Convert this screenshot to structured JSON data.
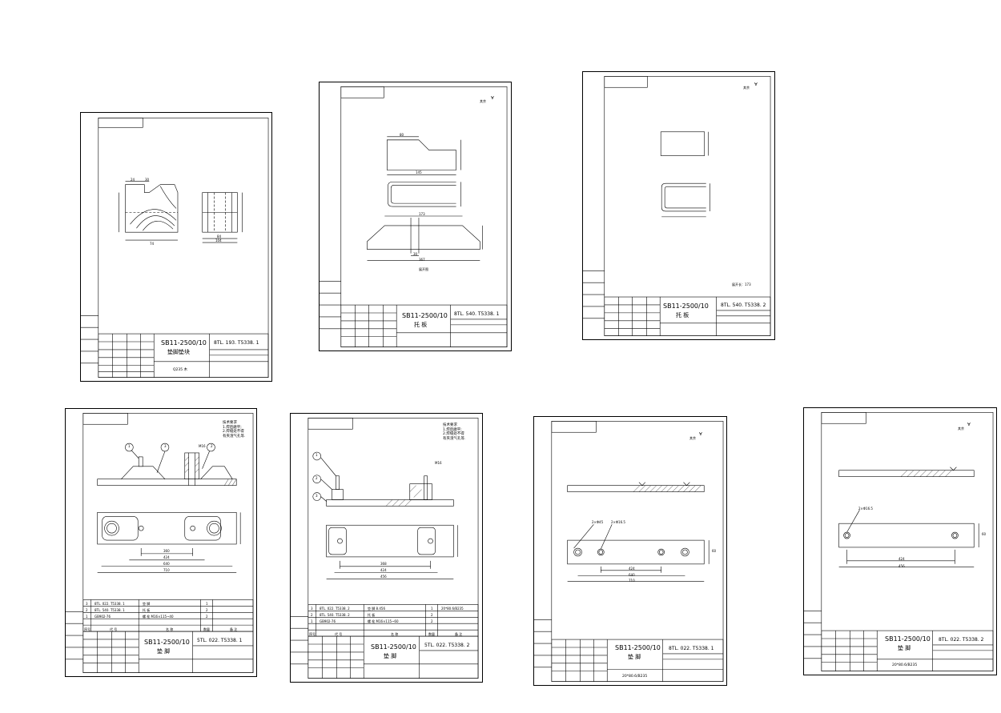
{
  "sheets": [
    {
      "id": "s1",
      "title": "SB11-2500/10",
      "name": "垫脚垫块",
      "code": "8TL. 193. T5338. 1",
      "material": "Q235 木",
      "dims": [
        "24",
        "30",
        "74",
        "84",
        "104"
      ]
    },
    {
      "id": "s2",
      "title": "SB11-2500/10",
      "name": "托 板",
      "code": "8TL. 540. T5338. 1",
      "roughness": "其余",
      "dims": [
        "80",
        "145",
        "173",
        "367",
        "30"
      ],
      "view_label": "展开图"
    },
    {
      "id": "s3",
      "title": "SB11-2500/10",
      "name": "托 板",
      "code": "8TL. 540. T5338. 2",
      "roughness": "其余",
      "unfold_length": "展开长：173"
    },
    {
      "id": "s4",
      "title": "SB11-2500/10",
      "name": "垫 脚",
      "code": "5TL. 022. T5338. 1",
      "notes": "技术要求\n1.焊后磨平;\n2.焊缝处不得\n有夹渣气孔等.",
      "dims": [
        "360",
        "424",
        "640",
        "710",
        "M16"
      ],
      "callouts": [
        "1",
        "3",
        "2"
      ],
      "bom": [
        {
          "no": "3",
          "code": "8TL. 022. T5338. 1",
          "name": "垫 脚",
          "qty": "1"
        },
        {
          "no": "2",
          "code": "8TL. 540. T5338. 1",
          "name": "托 板",
          "qty": "2"
        },
        {
          "no": "1",
          "code": "GB902-76",
          "name": "螺 栓  M16×115~40",
          "qty": "2"
        }
      ],
      "bom_header": [
        "序号",
        "代 号",
        "名 称",
        "数量",
        "备 注"
      ]
    },
    {
      "id": "s5",
      "title": "SB11-2500/10",
      "name": "垫 脚",
      "code": "5TL. 022. T5338. 2",
      "notes": "技术要求\n1.焊后磨平;\n2.焊缝处不得\n有夹渣气孔等.",
      "dims": [
        "368",
        "424",
        "456",
        "M16"
      ],
      "callouts": [
        "1",
        "2",
        "3"
      ],
      "bom": [
        {
          "no": "3",
          "code": "8TL. 022. T5338. 2",
          "name": "垫 脚 8.456",
          "qty": "1",
          "remark": "20*80.6/B235"
        },
        {
          "no": "2",
          "code": "8TL. 540. T5338. 2",
          "name": "托 板",
          "qty": "2"
        },
        {
          "no": "1",
          "code": "GB902-76",
          "name": "螺 栓  M16×115~60",
          "qty": "2"
        }
      ],
      "bom_header": [
        "序号",
        "代 号",
        "名 称",
        "数量",
        "备 注"
      ]
    },
    {
      "id": "s6",
      "title": "SB11-2500/10",
      "name": "垫 脚",
      "code": "8TL. 022. T5338. 1",
      "roughness": "其余",
      "material": "20*80.6/B235",
      "dims": [
        "424",
        "640",
        "710",
        "2×Φ45",
        "2×Φ16.5",
        "60"
      ]
    },
    {
      "id": "s7",
      "title": "SB11-2500/10",
      "name": "垫 脚",
      "code": "8TL. 022. T5338. 2",
      "roughness": "其余",
      "material": "20*80.6/B235",
      "dims": [
        "424",
        "456",
        "2×Φ16.5",
        "60"
      ]
    }
  ]
}
